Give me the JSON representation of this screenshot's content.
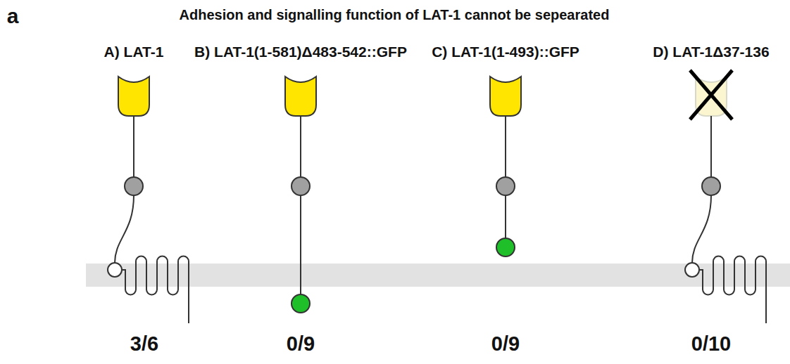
{
  "diagram": {
    "title": "Adhesion and signalling function of LAT-1 cannot be sepearated",
    "labels": [
      "a",
      "A) LAT-1",
      "B) LAT-1(1-581)Δ483-542::GFP",
      "C) LAT-1(1-493)::GFP",
      "D) LAT-1Δ37-136",
      "3/6",
      "0/9",
      "0/9",
      "0/10"
    ]
  }
}
